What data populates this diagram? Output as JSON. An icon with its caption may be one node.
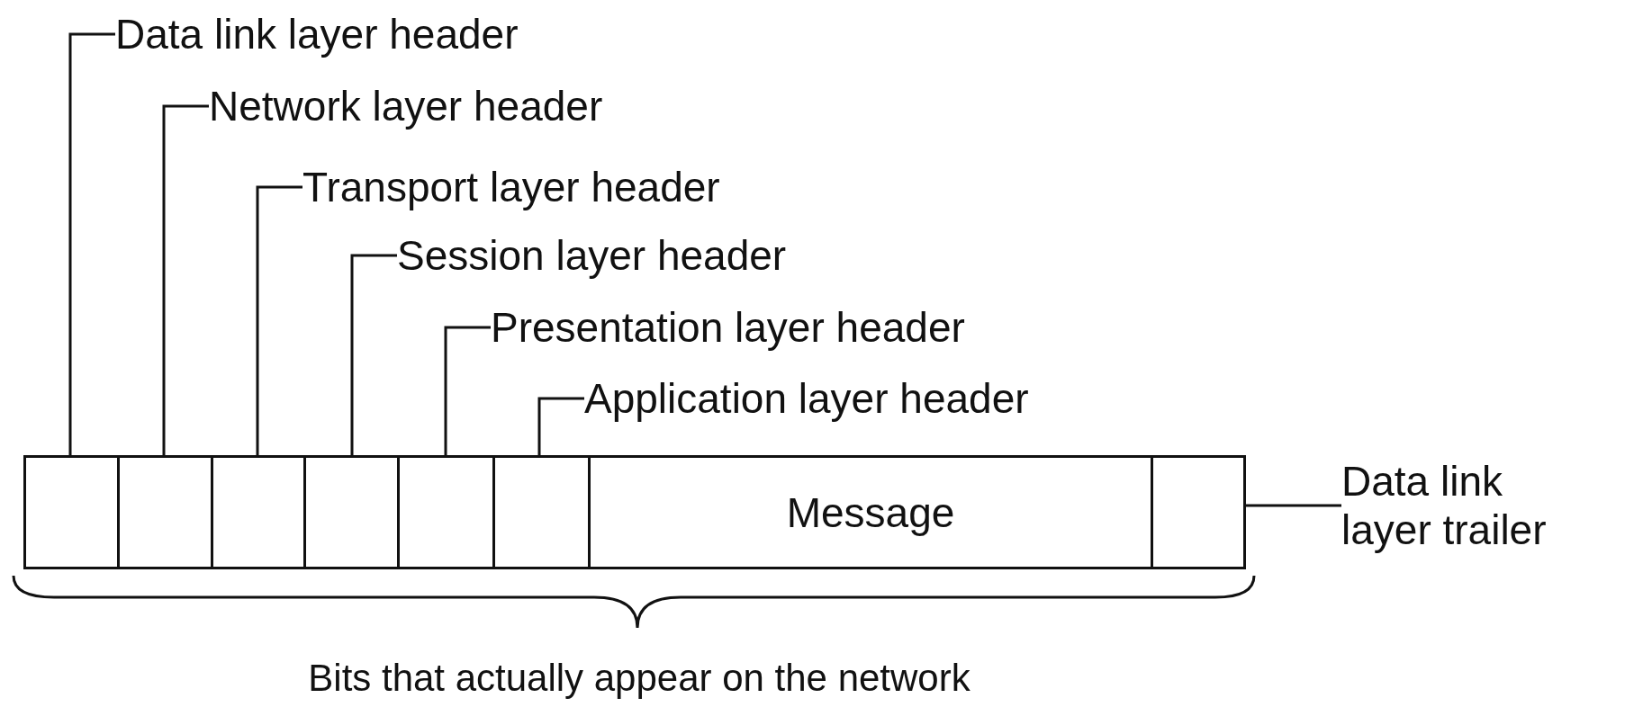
{
  "diagram": {
    "nodes": [
      {
        "text": [
          "Data link layer header"
        ]
      },
      {
        "text": [
          "Network layer header"
        ]
      },
      {
        "text": [
          "Transport layer header"
        ]
      },
      {
        "text": [
          "Session layer header"
        ]
      },
      {
        "text": [
          "Presentation layer header"
        ]
      },
      {
        "text": [
          "Application layer header"
        ]
      },
      {
        "text": [],
        "shape": "box"
      },
      {
        "text": [],
        "shape": "box"
      },
      {
        "text": [],
        "shape": "box"
      },
      {
        "text": [],
        "shape": "box"
      },
      {
        "text": [],
        "shape": "box"
      },
      {
        "text": [],
        "shape": "box"
      },
      {
        "text": [
          "Message"
        ]
      },
      {
        "text": [],
        "shape": "box"
      },
      {
        "text": [
          "Data link layer trailer"
        ]
      }
    ],
    "edges": [
      {
        "from": 0,
        "to": 6,
        "arrow": "none"
      },
      {
        "from": 1,
        "to": 7,
        "arrow": "none"
      },
      {
        "from": 2,
        "to": 8,
        "arrow": "none"
      },
      {
        "from": 3,
        "to": 9,
        "arrow": "none"
      },
      {
        "from": 4,
        "to": 10,
        "arrow": "none"
      },
      {
        "from": 5,
        "to": 11,
        "arrow": "none"
      },
      {
        "from": 14,
        "to": 13,
        "arrow": "none"
      }
    ],
    "labels": [
      "Bits that actually appear on the network"
    ]
  }
}
